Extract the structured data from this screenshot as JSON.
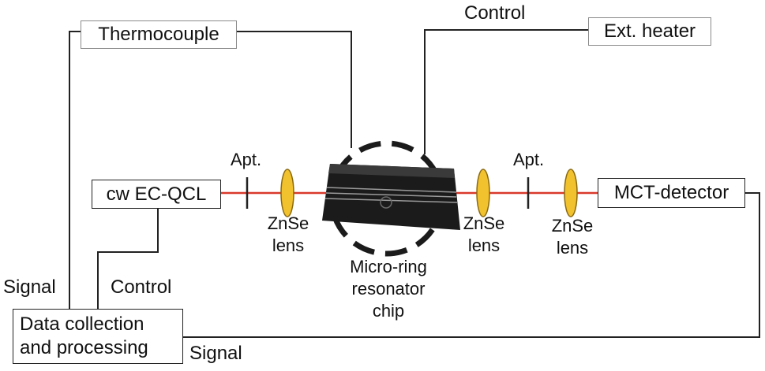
{
  "boxes": {
    "thermocouple": "Thermocouple",
    "ext_heater": "Ext. heater",
    "laser": "cw EC-QCL",
    "detector": "MCT-detector",
    "data_collection": [
      "Data collection",
      "and processing"
    ]
  },
  "labels": {
    "control_top": "Control",
    "control_left": "Control",
    "signal_left": "Signal",
    "signal_bottom": "Signal",
    "apt_1": "Apt.",
    "apt_2": "Apt.",
    "lens_1": [
      "ZnSe",
      "lens"
    ],
    "lens_2": [
      "ZnSe",
      "lens"
    ],
    "lens_3": [
      "ZnSe",
      "lens"
    ],
    "chip": [
      "Micro-ring",
      "resonator",
      "chip"
    ]
  },
  "colors": {
    "beam": "#d9382b",
    "lens_fill": "#f2c12e",
    "lens_stroke": "#8a6a10",
    "chip": "#1b1b1b",
    "wire": "#222222"
  }
}
